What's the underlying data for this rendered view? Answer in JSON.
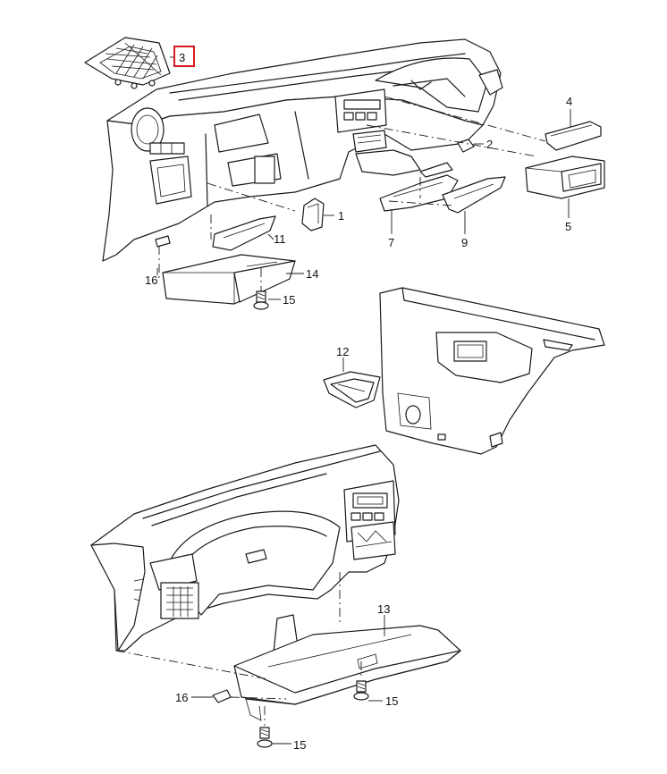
{
  "callouts": [
    {
      "id": "c1",
      "label": "1"
    },
    {
      "id": "c2",
      "label": "2"
    },
    {
      "id": "c3",
      "label": "3"
    },
    {
      "id": "c4",
      "label": "4"
    },
    {
      "id": "c5",
      "label": "5"
    },
    {
      "id": "c7",
      "label": "7"
    },
    {
      "id": "c9",
      "label": "9"
    },
    {
      "id": "c11",
      "label": "11"
    },
    {
      "id": "c12",
      "label": "12"
    },
    {
      "id": "c13",
      "label": "13"
    },
    {
      "id": "c14",
      "label": "14"
    },
    {
      "id": "c15a",
      "label": "15"
    },
    {
      "id": "c15b",
      "label": "15"
    },
    {
      "id": "c15c",
      "label": "15"
    },
    {
      "id": "c16a",
      "label": "16"
    },
    {
      "id": "c16b",
      "label": "16"
    }
  ],
  "highlight": {
    "callout": "3",
    "color": "#d7191f"
  }
}
